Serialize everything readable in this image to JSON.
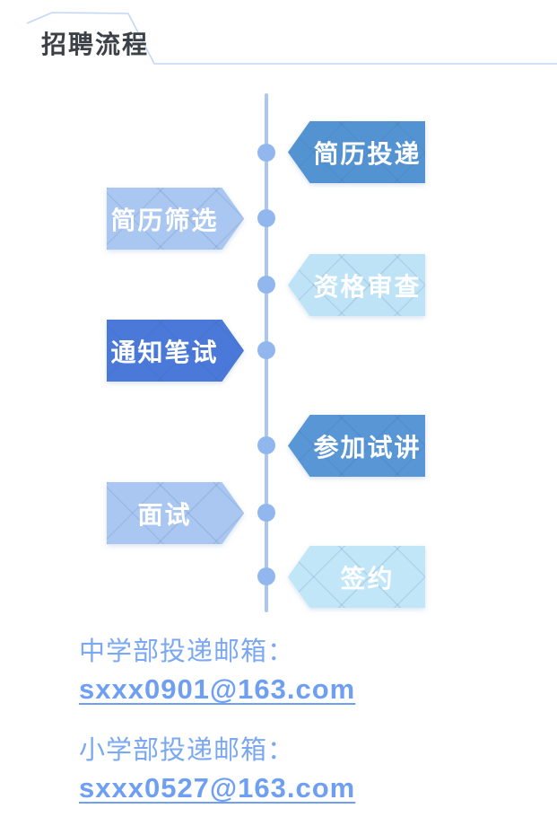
{
  "header": {
    "title": "招聘流程",
    "title_color": "#3c4147",
    "accent_line_color": "#c3d7f7"
  },
  "timeline": {
    "line_color": "#a9c7f1",
    "dot_color": "#92b7ef",
    "steps": [
      {
        "label": "简历投递",
        "side": "right",
        "color": "#5493d2",
        "text_color": "#ffffff"
      },
      {
        "label": "简历筛选",
        "side": "left",
        "color": "#a9c7f1",
        "text_color": "#ffffff"
      },
      {
        "label": "资格审查",
        "side": "right",
        "color": "#bfe3f6",
        "text_color": "#ffffff"
      },
      {
        "label": "通知笔试",
        "side": "left",
        "color": "#4a79da",
        "text_color": "#ffffff"
      },
      {
        "label": "参加试讲",
        "side": "right",
        "color": "#5896d6",
        "text_color": "#ffffff"
      },
      {
        "label": "面试",
        "side": "left",
        "color": "#a9c7f1",
        "text_color": "#ffffff"
      },
      {
        "label": "签约",
        "side": "right",
        "color": "#c0e6f8",
        "text_color": "#ffffff"
      }
    ]
  },
  "contacts": [
    {
      "label": "中学部投递邮箱：",
      "email": "sxxx0901@163.com"
    },
    {
      "label": "小学部投递邮箱：",
      "email": "sxxx0527@163.com"
    }
  ],
  "contact_colors": {
    "label": "#7ba8f2",
    "email": "#6f9ff2"
  }
}
